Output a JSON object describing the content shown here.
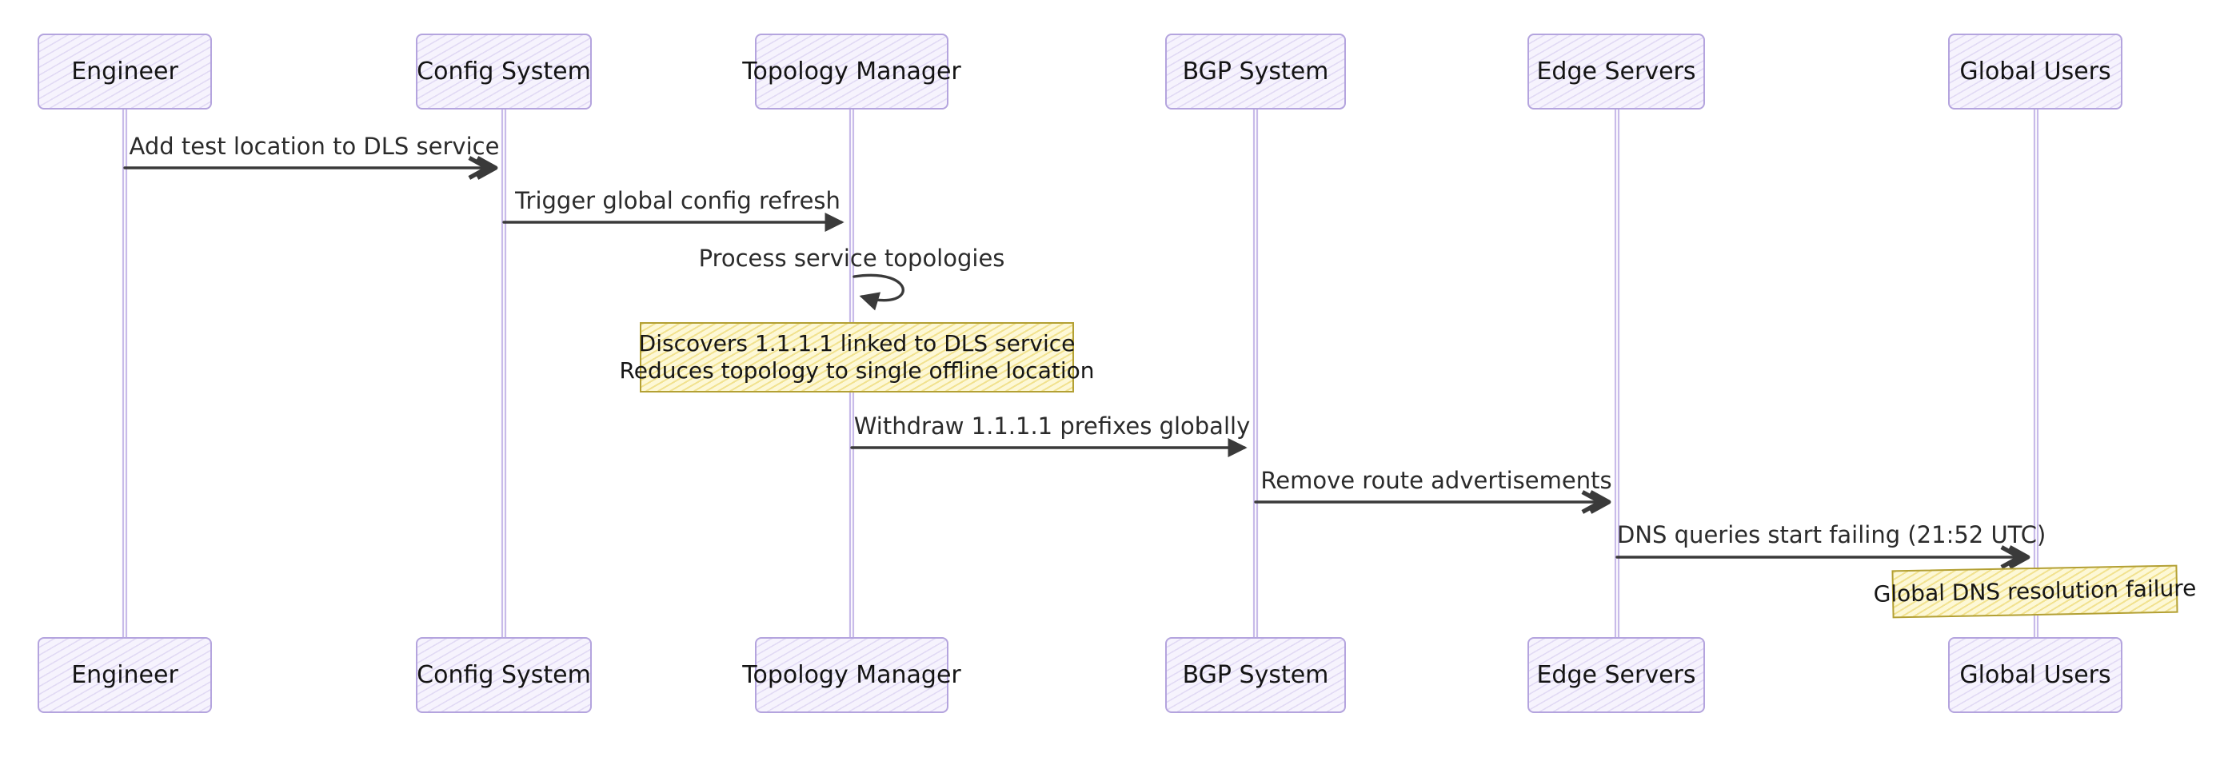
{
  "diagram": {
    "type": "sequence-diagram",
    "actors": [
      {
        "name": "Engineer"
      },
      {
        "name": "Config System"
      },
      {
        "name": "Topology Manager"
      },
      {
        "name": "BGP System"
      },
      {
        "name": "Edge Servers"
      },
      {
        "name": "Global Users"
      }
    ],
    "messages": [
      {
        "from": "Engineer",
        "to": "Config System",
        "label": "Add test location to DLS service"
      },
      {
        "from": "Config System",
        "to": "Topology Manager",
        "label": "Trigger global config refresh"
      },
      {
        "from": "Topology Manager",
        "to": "Topology Manager",
        "label": "Process service topologies",
        "self": true
      },
      {
        "from": "Topology Manager",
        "to": "BGP System",
        "label": "Withdraw 1.1.1.1 prefixes globally"
      },
      {
        "from": "BGP System",
        "to": "Edge Servers",
        "label": "Remove route advertisements"
      },
      {
        "from": "Edge Servers",
        "to": "Global Users",
        "label": "DNS queries start failing (21:52 UTC)"
      }
    ],
    "notes": [
      {
        "over": "Topology Manager",
        "line1": "Discovers 1.1.1.1 linked to DLS service",
        "line2": "Reduces topology to single offline location"
      },
      {
        "over": "Global Users",
        "line1": "Global DNS resolution failure"
      }
    ],
    "colors": {
      "actor_fill": "#f6f3fd",
      "actor_hatch": "#d6cdf0",
      "actor_border": "#b4a4de",
      "lifeline": "#c8bbe9",
      "arrow": "#3a3a3a",
      "note_fill": "#fdf8d6",
      "note_hatch": "#e0c024",
      "note_border": "#b3a034",
      "text": "#161616",
      "background": "#ffffff"
    }
  }
}
